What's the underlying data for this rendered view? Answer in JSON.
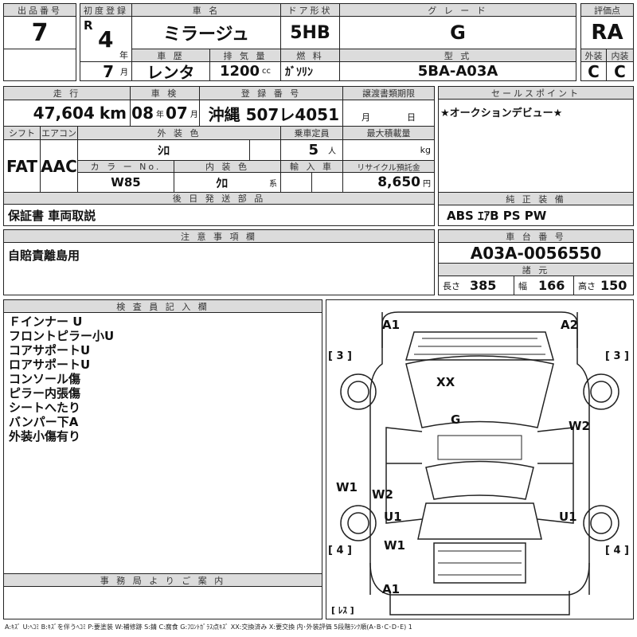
{
  "lot": {
    "label": "出品番号",
    "value": "7"
  },
  "first_reg": {
    "label": "初度登録",
    "era": "R",
    "year": "4",
    "year_unit": "年",
    "month": "7",
    "month_unit": "月"
  },
  "car_name": {
    "label": "車 名",
    "value": "ミラージュ"
  },
  "door": {
    "label": "ドア形状",
    "value": "5HB"
  },
  "grade": {
    "label": "グ レ ー ド",
    "value": "G"
  },
  "history": {
    "label": "車 歴",
    "value": "レンタ"
  },
  "displacement": {
    "label": "排 気 量",
    "value": "1200",
    "unit": "cc"
  },
  "fuel": {
    "label": "燃 料",
    "value": "ｶﾞｿﾘﾝ"
  },
  "model": {
    "label": "型 式",
    "value": "5BA-A03A"
  },
  "score": {
    "label": "評価点",
    "value": "RA",
    "ext_label": "外装",
    "int_label": "内装",
    "ext": "C",
    "int": "C"
  },
  "mileage": {
    "label": "走 行",
    "value": "47,604",
    "unit": "km"
  },
  "inspection": {
    "label": "車 検",
    "year": "08",
    "year_unit": "年",
    "month": "07",
    "month_unit": "月"
  },
  "plate": {
    "label": "登 録 番 号",
    "value": "沖縄 507レ4051"
  },
  "transfer": {
    "label": "譲渡書類期限",
    "month_unit": "月",
    "day_unit": "日"
  },
  "shift": {
    "label": "シフト",
    "value": "FAT"
  },
  "aircon": {
    "label": "エアコン",
    "value": "AAC"
  },
  "ext_color": {
    "label": "外 装 色",
    "value": "ｼﾛ"
  },
  "capacity": {
    "label": "乗車定員",
    "value": "5",
    "unit": "人"
  },
  "max_load": {
    "label": "最大積載量",
    "unit": "kg"
  },
  "color_no": {
    "label": "カ ラ ー No.",
    "value": "W85"
  },
  "int_color": {
    "label": "内 装 色",
    "value": "ｸﾛ",
    "unit": "系"
  },
  "import": {
    "label": "輸 入 車"
  },
  "recycle": {
    "label": "リサイクル預託金",
    "value": "8,650",
    "unit": "円"
  },
  "later_parts": {
    "label": "後 日 発 送 部 品",
    "value": "保証書 車両取説"
  },
  "sales_point": {
    "label": "セールスポイント",
    "value": "★オークションデビュー★"
  },
  "equipment": {
    "label": "純 正 装 備",
    "value": "ABS ｴｱB PS PW"
  },
  "notes": {
    "label": "注 意 事 項 欄",
    "value": "自賠責離島用"
  },
  "chassis": {
    "label": "車 台 番 号",
    "value": "A03A-0056550"
  },
  "specs": {
    "label": "諸 元",
    "length_label": "長さ",
    "length": "385",
    "width_label": "幅",
    "width": "166",
    "height_label": "高さ",
    "height": "150"
  },
  "inspector": {
    "label": "検 査 員 記 入 欄",
    "items": [
      "Ｆインナー U",
      "フロントピラー小U",
      "コアサポートU",
      "ロアサポートU",
      "コンソール傷",
      "ピラー内張傷",
      "シートへたり",
      "バンパー下A",
      "外装小傷有り"
    ]
  },
  "office": {
    "label": "事 務 局 よ り ご 案 内"
  },
  "diagram": {
    "marks": [
      "A1",
      "A2",
      "XX",
      "G",
      "W2",
      "W1",
      "W2",
      "U1",
      "U1",
      "W1",
      "A1"
    ],
    "tags": [
      "[ 3 ]",
      "[ 3 ]",
      "[ 4 ]",
      "[ 4 ]",
      "[ ﾚｽ ]"
    ]
  },
  "legend": "A:ｷｽﾞ U:ﾍｺﾐ B:ｷｽﾞを伴うﾍｺﾐ P:要塗装 W:補修跡 S:錆 C:腐食 G:ﾌﾛﾝﾄｶﾞﾗｽ点ｷｽﾞ XX:交換済み X:要交換 内･外装評価 5段階ﾗﾝｸ順(A･B･C･D･E) 1"
}
